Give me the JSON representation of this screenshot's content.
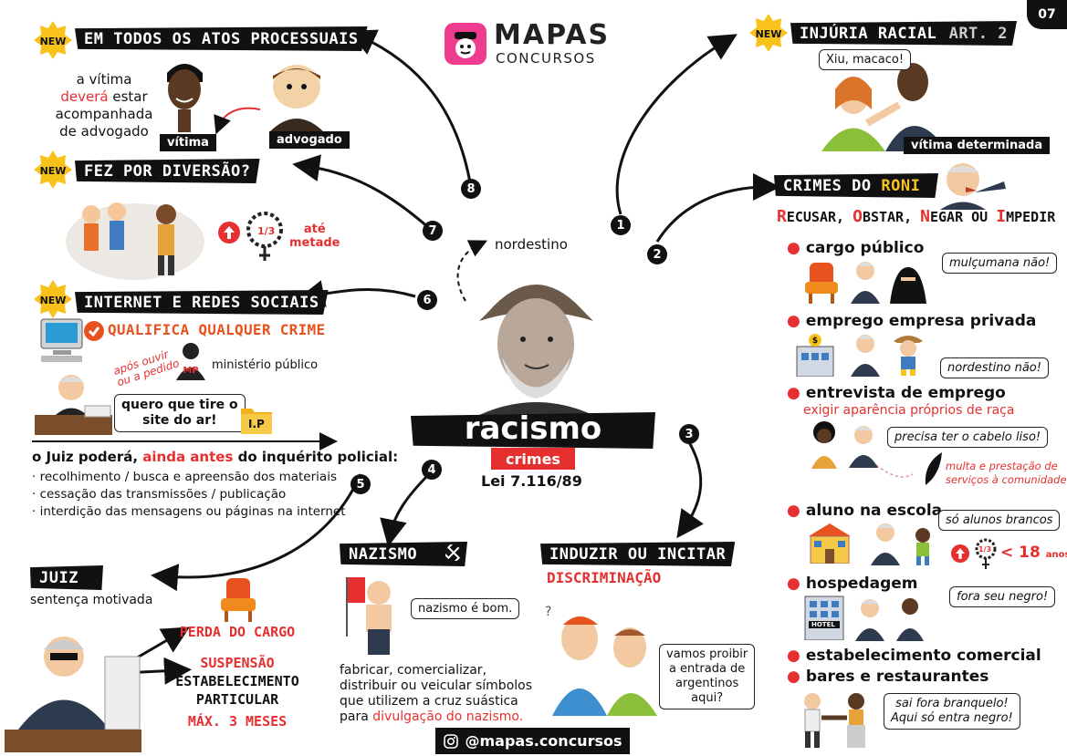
{
  "page_number": "07",
  "brand": {
    "line1": "MAPAS",
    "line2": "CONCURSOS",
    "accent": "#ee3d8f"
  },
  "center": {
    "title": "racismo",
    "subtitle": "crimes",
    "law": "Lei 7.116/89",
    "nordestino": "nordestino"
  },
  "steps": [
    "1",
    "2",
    "3",
    "4",
    "5",
    "6",
    "7",
    "8"
  ],
  "new_badge": "NEW",
  "s8": {
    "title": "EM TODOS OS ATOS PROCESSUAIS",
    "line1": "a vítima",
    "line2_red": "deverá",
    "line2_rest": " estar",
    "line3": "acompanhada",
    "line4": "de advogado",
    "victim_label": "vítima",
    "lawyer_label": "advogado"
  },
  "s7": {
    "title": "FEZ POR DIVERSÃO?",
    "fraction": "1/3",
    "increase_a": "até",
    "increase_b": "metade"
  },
  "s6": {
    "title": "INTERNET E REDES SOCIAIS",
    "qualifies": "QUALIFICA QUALQUER CRIME",
    "after_a": "após ouvir",
    "after_b": "ou a pedido",
    "mp_label": "MP",
    "mp_text": "ministério público",
    "judge_bubble_a": "quero que tire o",
    "judge_bubble_b": "site do ar!",
    "ip_label": "I.P",
    "judge_text_a": "o Juiz poderá, ",
    "judge_text_red": "ainda antes",
    "judge_text_b": " do inquérito policial:",
    "items": [
      "· recolhimento / busca e apreensão dos materiais",
      "· cessação das transmissões / publicação",
      "· interdição das mensagens ou páginas na internet"
    ]
  },
  "s5": {
    "title": "JUIZ",
    "sentence": "sentença motivada",
    "loss": "PERDA DO CARGO",
    "suspension": "SUSPENSÃO",
    "estab": "ESTABELECIMENTO",
    "particular": "PARTICULAR",
    "max": "MÁX. 3 MESES"
  },
  "s4": {
    "title": "NAZISMO",
    "bubble": "nazismo é bom.",
    "text_a": "fabricar, comercializar,",
    "text_b": "distribuir ou veicular símbolos",
    "text_c": "que utilizem a cruz suástica",
    "text_d": "para ",
    "text_red": "divulgação do nazismo."
  },
  "s3": {
    "title": "INDUZIR OU INCITAR",
    "sub": "DISCRIMINAÇÃO",
    "bubble_a": "vamos proibir",
    "bubble_b": "a entrada de",
    "bubble_c": "argentinos",
    "bubble_d": "aqui?"
  },
  "s1": {
    "title": "INJÚRIA RACIAL",
    "art": "ART. 2",
    "bubble": "Xiu, macaco!",
    "victim": "vítima determinada"
  },
  "s2": {
    "title_a": "CRIMES DO ",
    "title_b": "RONI",
    "verbs": [
      {
        "first": "R",
        "rest": "ECUSAR, "
      },
      {
        "first": "O",
        "rest": "BSTAR, "
      },
      {
        "first": "N",
        "rest": "EGAR OU "
      },
      {
        "first": "I",
        "rest": "MPEDIR"
      }
    ],
    "items": [
      {
        "title": "cargo público",
        "bubble": "mulçumana não!"
      },
      {
        "title": "emprego empresa privada",
        "bubble": "nordestino não!"
      },
      {
        "title": "entrevista de emprego",
        "sub": "exigir aparência próprios de raça",
        "bubble": "precisa ter o cabelo liso!",
        "note_a": "multa e prestação de",
        "note_b": "serviços à comunidade"
      },
      {
        "title": "aluno na escola",
        "bubble": "só alunos brancos",
        "fraction": "1/3",
        "age": "< 18",
        "age_unit": "anos"
      },
      {
        "title": "hospedagem",
        "bubble": "fora seu negro!",
        "hotel": "HOTEL"
      },
      {
        "title": "estabelecimento comercial"
      },
      {
        "title": "bares e restaurantes",
        "bubble_a": "sai fora branquelo!",
        "bubble_b": "Aqui só entra negro!"
      }
    ]
  },
  "footer": "@mapas.concursos"
}
